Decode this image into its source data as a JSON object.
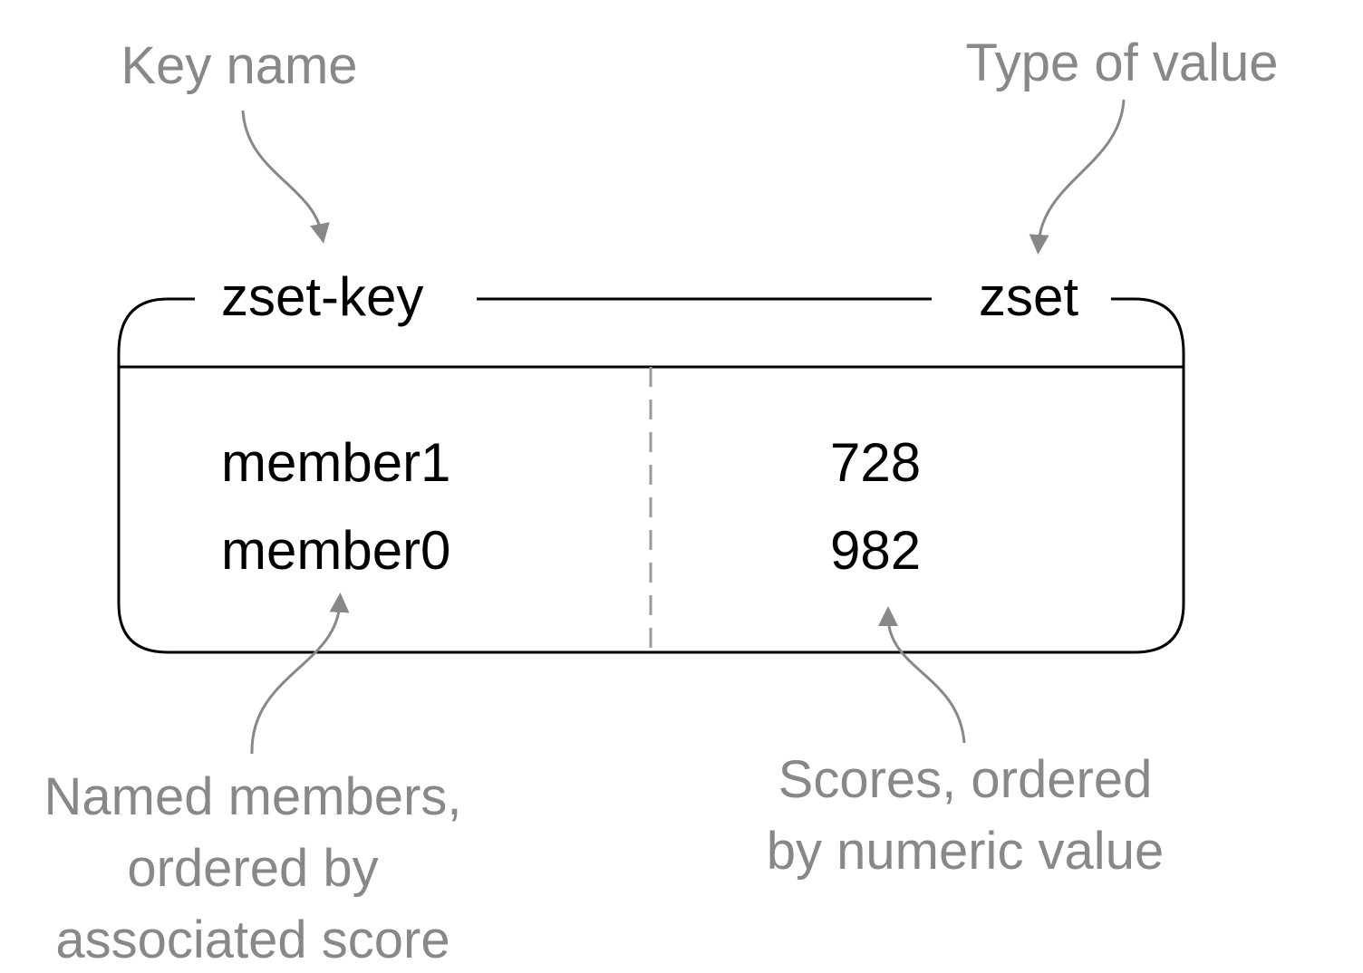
{
  "colors": {
    "annotation": "#888888",
    "box_stroke": "#000000",
    "text": "#000000",
    "divider": "#999999"
  },
  "annotations": {
    "key_name": "Key name",
    "type_of_value": "Type of value",
    "members_caption": [
      "Named members,",
      "ordered by",
      "associated score"
    ],
    "scores_caption": [
      "Scores, ordered",
      "by numeric value"
    ]
  },
  "box": {
    "key": "zset-key",
    "type": "zset",
    "members": [
      "member1",
      "member0"
    ],
    "scores": [
      "728",
      "982"
    ]
  }
}
